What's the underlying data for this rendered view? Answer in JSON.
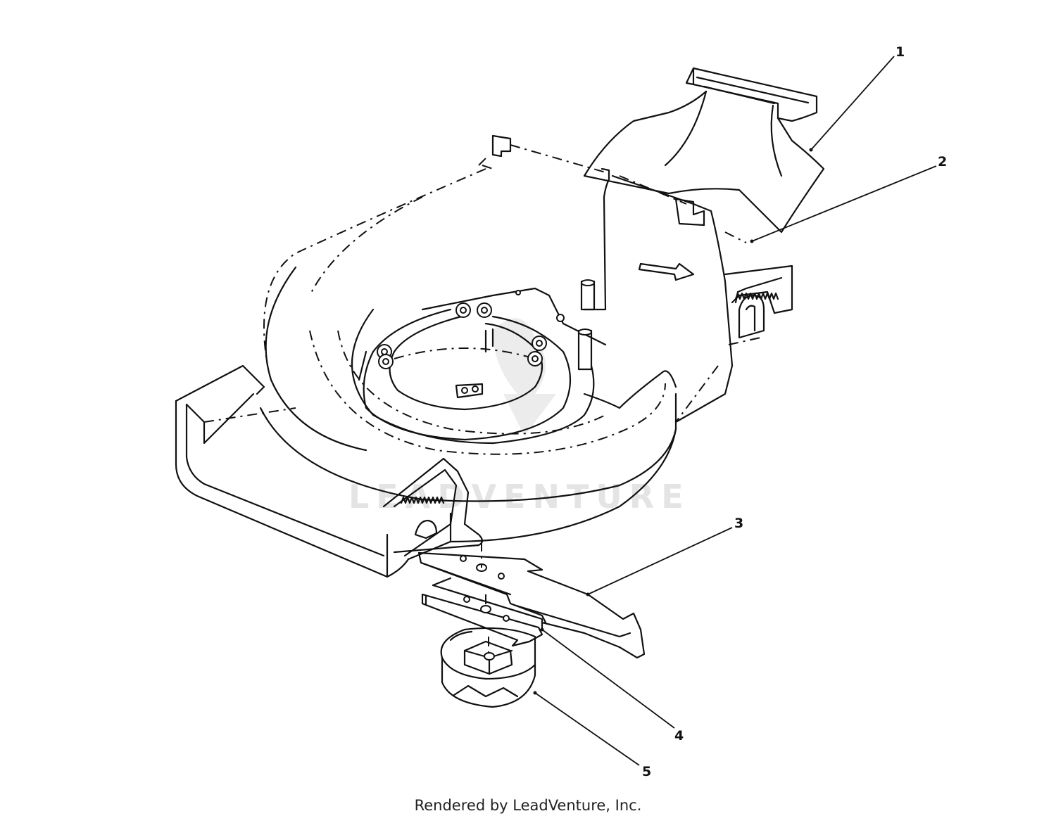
{
  "callouts": [
    {
      "label": "1"
    },
    {
      "label": "2"
    },
    {
      "label": "3"
    },
    {
      "label": "4"
    },
    {
      "label": "5"
    }
  ],
  "watermark": {
    "text": "LEADVENTURE"
  },
  "footer": {
    "text": "Rendered by LeadVenture, Inc."
  }
}
